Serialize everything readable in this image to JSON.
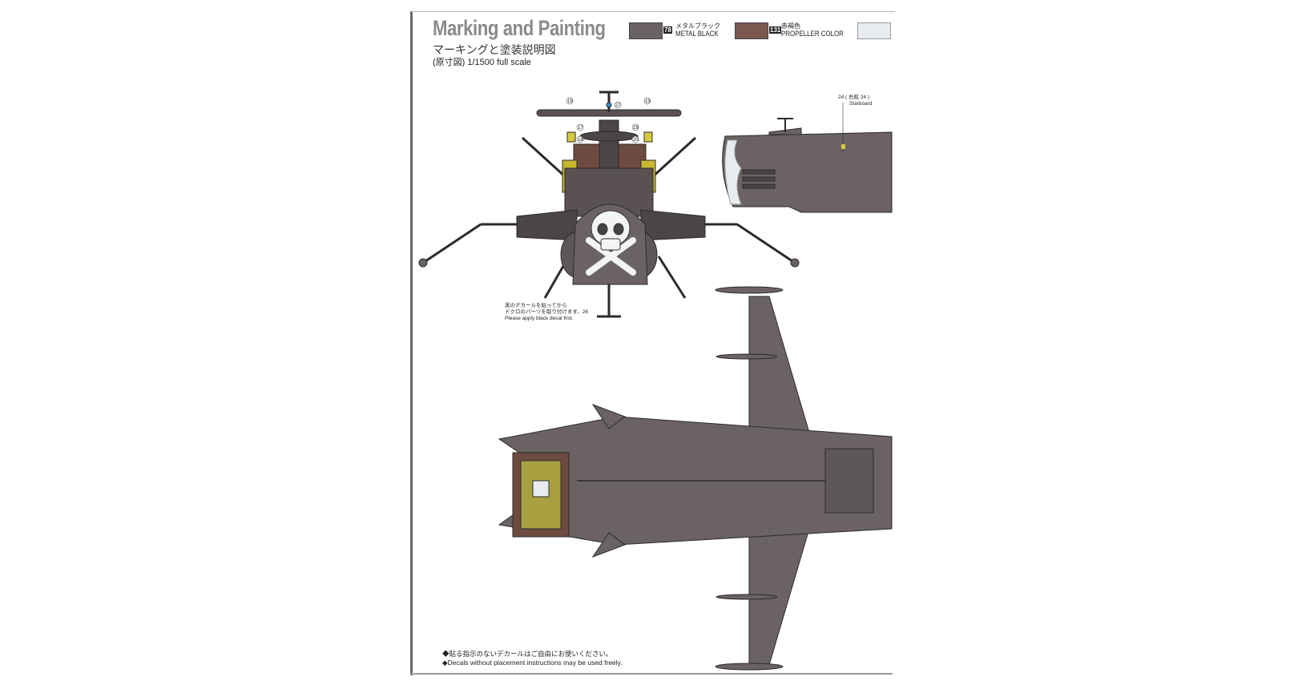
{
  "header": {
    "title": "Marking and Painting",
    "subtitle": "マーキングと塗装説明図",
    "scale": "(原寸図) 1/1500 full scale"
  },
  "paints": [
    {
      "code": "78",
      "name_jp": "メタルブラック",
      "name_en": "METAL BLACK",
      "color": "#6b6363"
    },
    {
      "code": "131",
      "name_jp": "赤褐色",
      "name_en": "PROPELLER COLOR",
      "color": "#7a5850"
    },
    {
      "color": "#e8ecf0"
    }
  ],
  "callouts": {
    "front": [
      "15",
      "27",
      "15",
      "17",
      "19",
      "18",
      "20"
    ],
    "starboard": {
      "num": "24",
      "text": "右舷 24",
      "en": "Starboard"
    },
    "decal_note": {
      "num": "26",
      "jp_line1": "黒のデカールを貼ってから",
      "jp_line2": "ドクロのパーツを取り付けます。",
      "en": "Please apply black decal first."
    }
  },
  "footer": {
    "jp": "◆貼る指示のないデカールはご自由にお使いください。",
    "en": "◆Decals without placement instructions may be used freely."
  }
}
